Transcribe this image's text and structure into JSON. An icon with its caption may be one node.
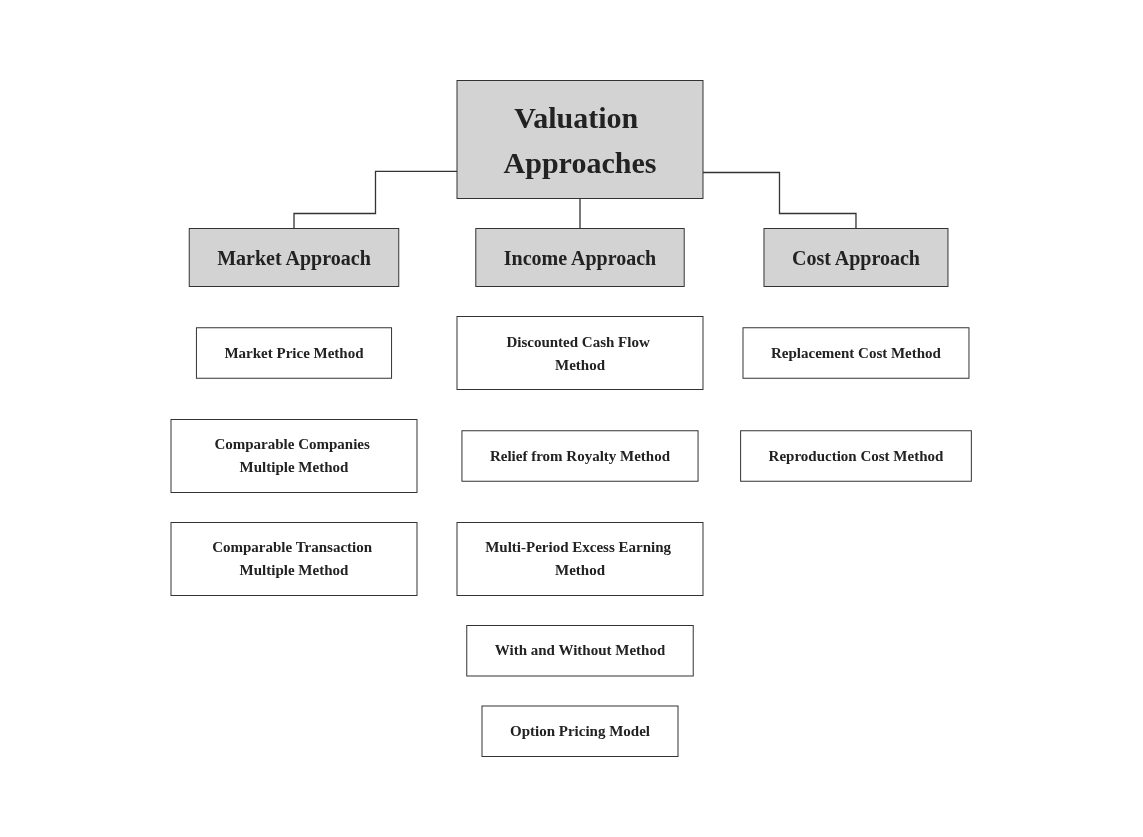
{
  "diagram": {
    "nodes": [
      {
        "text": [
          "Valuation Approaches"
        ]
      },
      {
        "text": [
          "Market Approach"
        ]
      },
      {
        "text": [
          "Income Approach"
        ]
      },
      {
        "text": [
          "Cost Approach"
        ]
      },
      {
        "text": [
          "Market Price Method"
        ]
      },
      {
        "text": [
          "Comparable Companies Multiple Method"
        ]
      },
      {
        "text": [
          "Comparable Transaction Multiple Method"
        ]
      },
      {
        "text": [
          "Discounted Cash Flow Method"
        ]
      },
      {
        "text": [
          "Relief from Royalty Method"
        ]
      },
      {
        "text": [
          "Multi-Period Excess Earning Method"
        ]
      },
      {
        "text": [
          "With and Without Method"
        ]
      },
      {
        "text": [
          "Option Pricing Model"
        ]
      },
      {
        "text": [
          "Replacement Cost Method"
        ]
      },
      {
        "text": [
          "Reproduction Cost Method"
        ]
      }
    ],
    "edges": [
      {
        "from": 0,
        "to": 1,
        "arrow": "none"
      },
      {
        "from": 0,
        "to": 2,
        "arrow": "none"
      },
      {
        "from": 0,
        "to": 3,
        "arrow": "none"
      }
    ]
  }
}
